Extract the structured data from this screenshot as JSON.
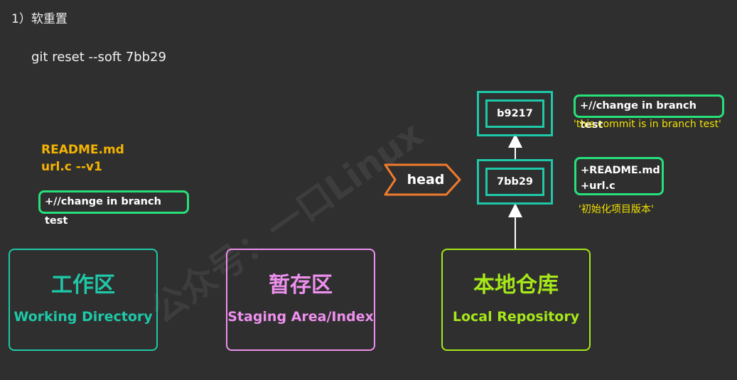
{
  "step_title": "1）软重置",
  "command": "git reset --soft 7bb29",
  "working_directory": {
    "files": [
      "README.md",
      "url.c --v1"
    ],
    "change": "+//change in branch test"
  },
  "areas": [
    {
      "zh": "工作区",
      "en": "Working Directory",
      "color": "#1ec8a8"
    },
    {
      "zh": "暂存区",
      "en": "Staging Area/Index",
      "color": "#ee90ee"
    },
    {
      "zh": "本地仓库",
      "en": "Local Repository",
      "color": "#a6e81a"
    }
  ],
  "commits": [
    {
      "id": "b9217",
      "changes": [
        "+//change in branch test"
      ],
      "message": "'this commit is in branch test'"
    },
    {
      "id": "7bb29",
      "changes": [
        "+README.md",
        "+url.c"
      ],
      "message": "'初始化项目版本'"
    }
  ],
  "head": {
    "label": "head",
    "color": "#f07b2d"
  },
  "watermark": "公众号：一口Linux",
  "colors": {
    "background": "#2f2f2f",
    "file_text": "#f5b400",
    "change_border": "#27e07a",
    "commit_border": "#1ec8a8",
    "message": "#f0e000"
  }
}
